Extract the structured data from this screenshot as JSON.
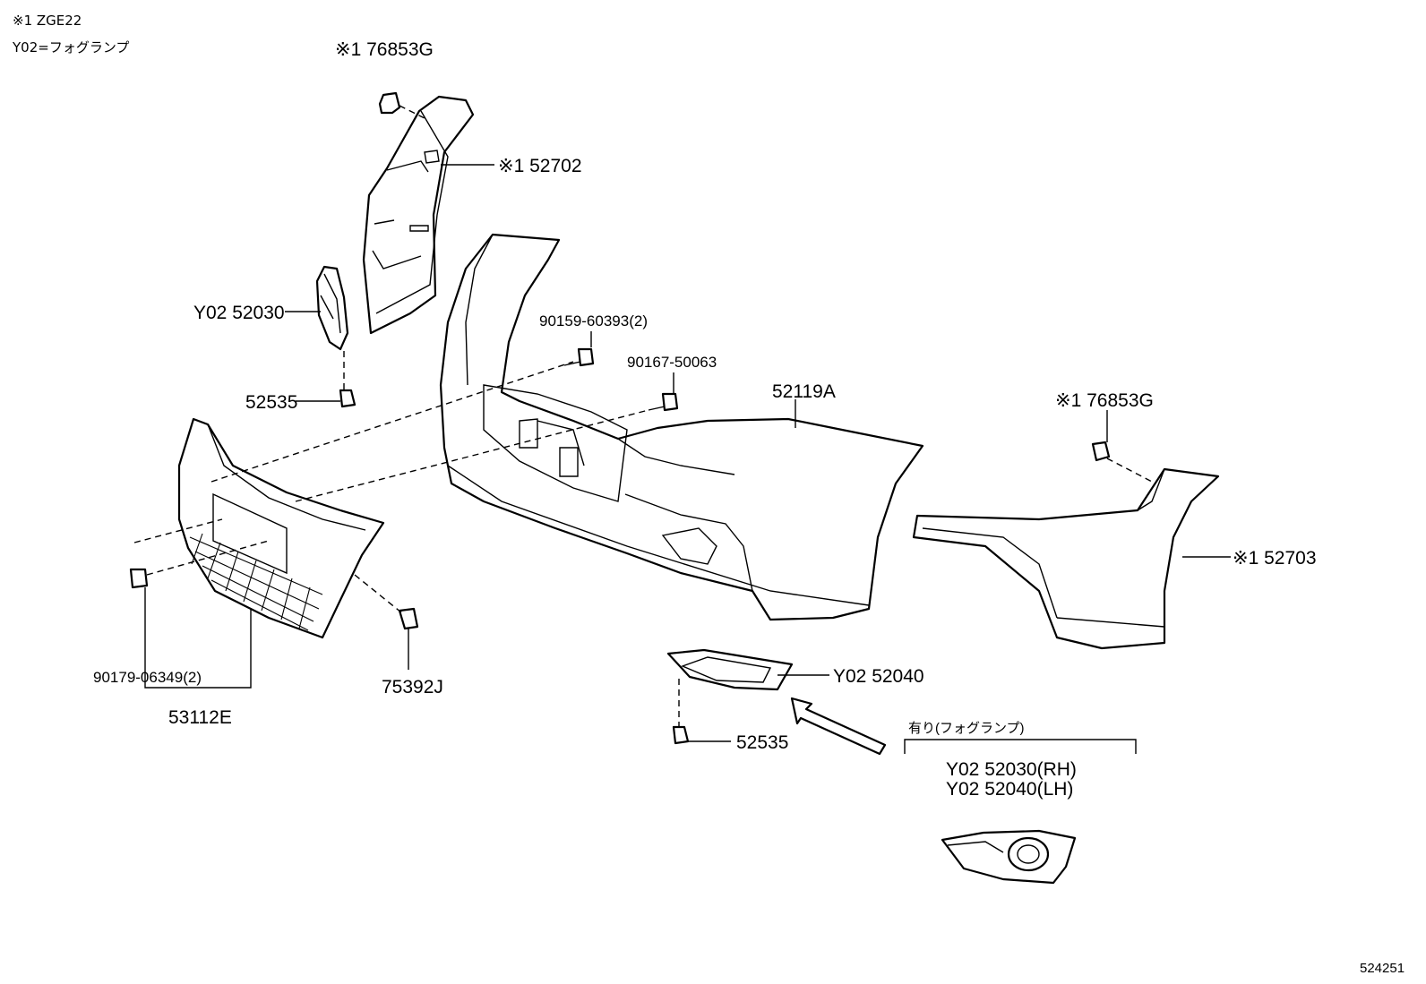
{
  "notes": {
    "line1": "※1 ZGE22",
    "line2": "Y02=フォグランプ"
  },
  "labels": {
    "clip_76853g_top": "※1 76853G",
    "part_52702": "※1 52702",
    "part_y02_52030": "Y02 52030",
    "bolt_90159": "90159-60393(2)",
    "bolt_90167": "90167-50063",
    "part_52119a": "52119A",
    "clip_76853g_right": "※1 76853G",
    "clip_52535_left": "52535",
    "part_52703": "※1 52703",
    "nut_90179": "90179-06349(2)",
    "part_53112e": "53112E",
    "clip_75392j": "75392J",
    "part_y02_52040": "Y02 52040",
    "clip_52535_bottom": "52535"
  },
  "fog_option": {
    "heading": "有り(フォグランプ)",
    "rh": "Y02 52030(RH)",
    "lh": "Y02 52040(LH)"
  },
  "diagram_id": "524251"
}
